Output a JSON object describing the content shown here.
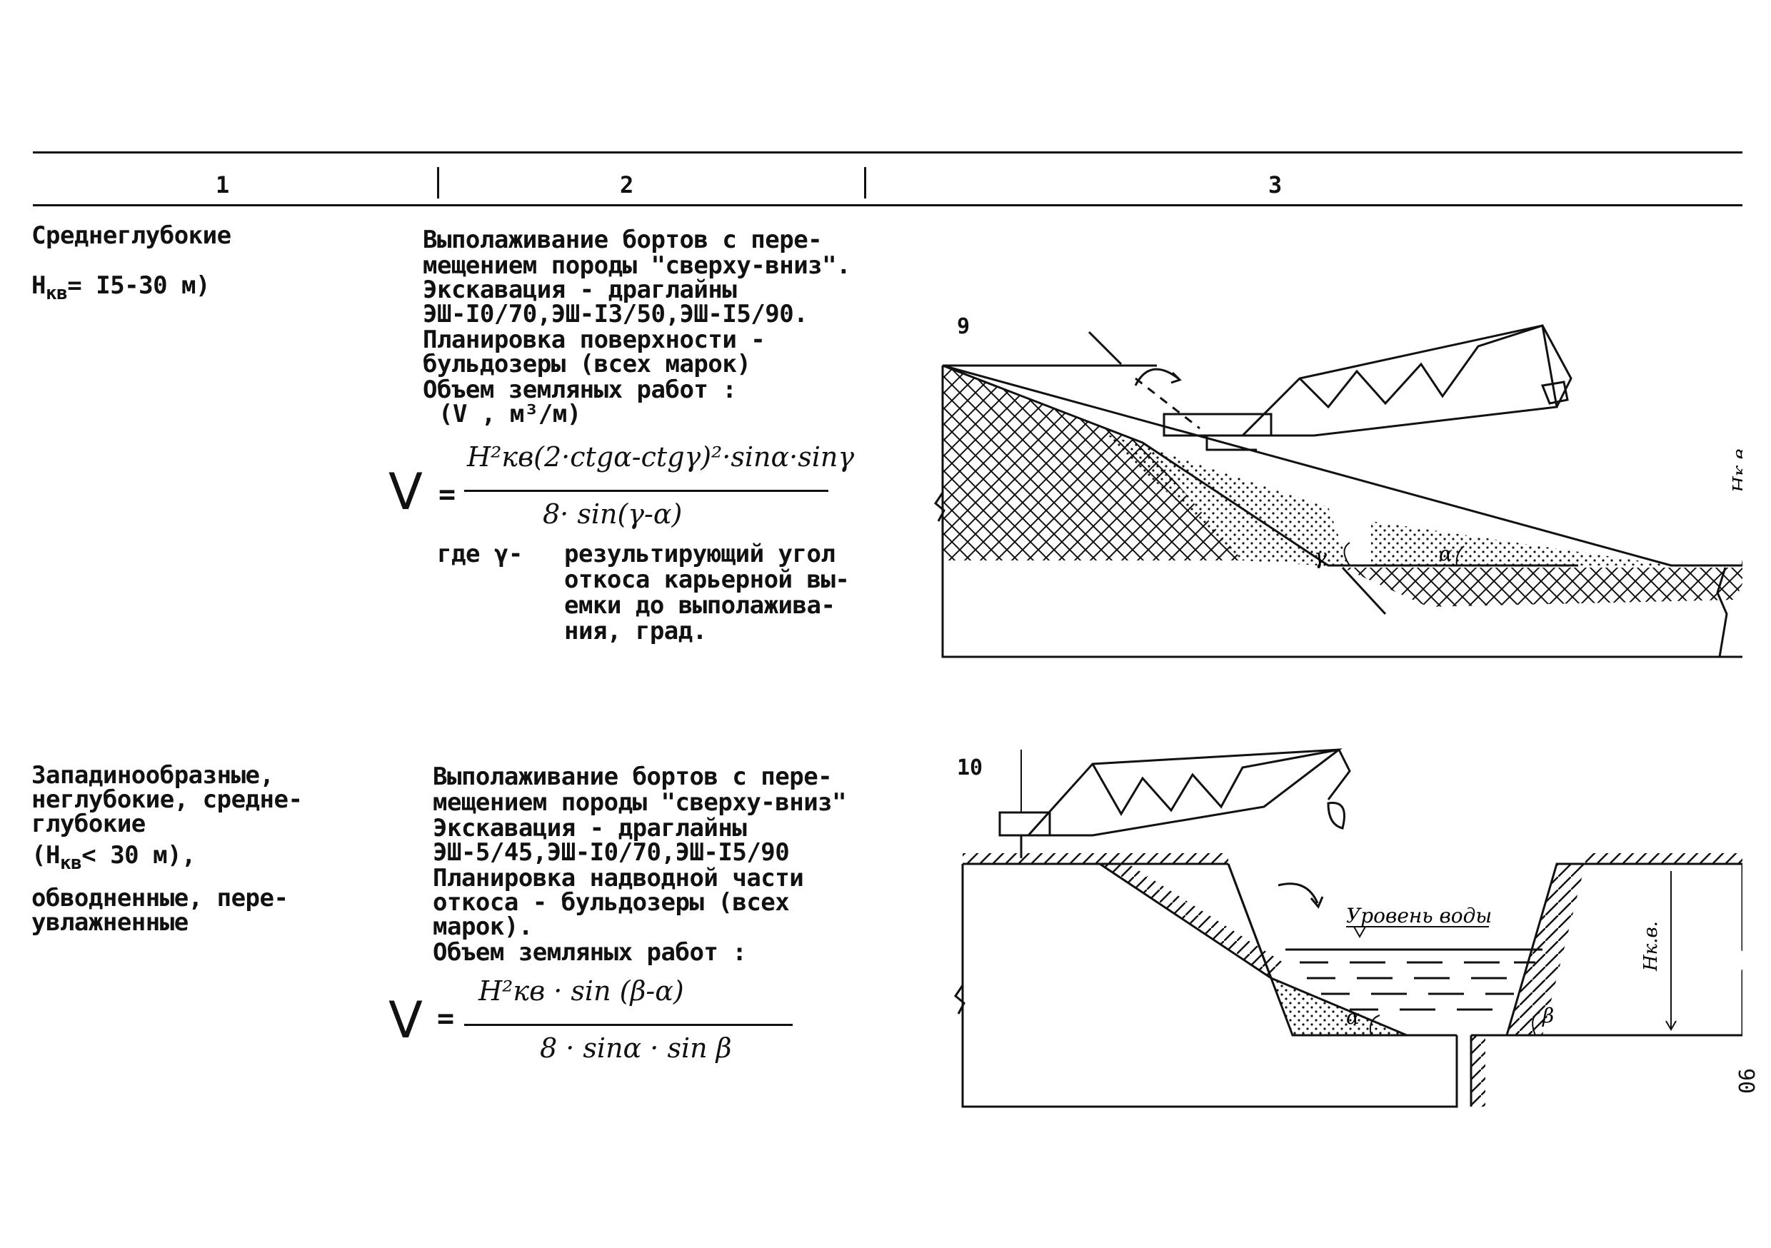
{
  "header": {
    "col1": "1",
    "col2": "2",
    "col3": "3"
  },
  "row1": {
    "col1_line1": "Среднеглубокие",
    "col1_h": "Н",
    "col1_h_sub": "кв",
    "col1_range": "= I5-30 м)",
    "col2_lines": [
      "Выполаживание бортов с пере-",
      "мещением породы \"сверху-вниз\".",
      "Экскавация - драглайны",
      "ЭШ-I0/70,ЭШ-I3/50,ЭШ-I5/90.",
      "Планировка поверхности -",
      "бульдозеры (всех марок)",
      "Объем земляных работ :"
    ],
    "units": "(V , м³/м)",
    "formula_V": "V",
    "formula_eq": "=",
    "formula_num": "H²кв(2·ctgα-ctgγ)²·sinα·sinγ",
    "formula_den": "8· sin(γ-α)",
    "where_label": "где γ-",
    "where_lines": [
      "результирующий угол",
      "откоса карьерной вы-",
      "емки до выполажива-",
      "ния, град."
    ],
    "figure_number": "9",
    "fig_label_h": "Нк.в.",
    "fig_label_gamma": "γ",
    "fig_label_alpha": "α"
  },
  "row2": {
    "col1_lines": [
      "Западинообразные,",
      "неглубокие, средне-",
      "глубокие"
    ],
    "col1_h_open": "(Н",
    "col1_h_sub": "кв",
    "col1_h_rest": "< 30 м),",
    "col1_lines2": [
      "обводненные, пере-",
      "увлажненные"
    ],
    "col2_lines": [
      "Выполаживание бортов с пере-",
      "мещением породы \"сверху-вниз\"",
      "Экскавация - драглайны",
      "ЭШ-5/45,ЭШ-I0/70,ЭШ-I5/90",
      "Планировка надводной части",
      "откоса - бульдозеры (всех",
      "марок).",
      "Объем земляных работ :"
    ],
    "formula_V": "V",
    "formula_eq": "=",
    "formula_num": "H²кв · sin (β-α)",
    "formula_den": "8 · sinα · sin β",
    "figure_number": "10",
    "fig_label_water": "Уровень воды",
    "fig_label_h": "Нк.в.",
    "fig_label_alpha": "α",
    "fig_label_beta": "β"
  },
  "page_number": "90"
}
